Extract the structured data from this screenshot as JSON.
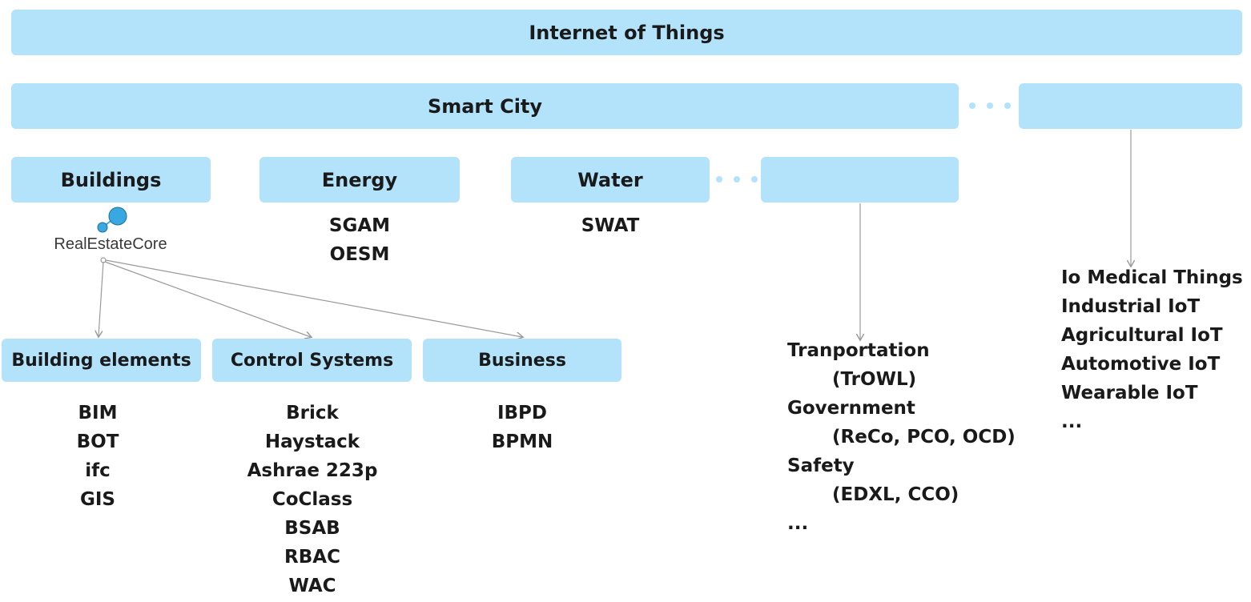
{
  "colors": {
    "box_fill": "#b3e2fb",
    "text": "#1a1a1a",
    "connector": "#9a9a9a",
    "logo_blue": "#3aa8e0"
  },
  "top": {
    "title": "Internet of Things"
  },
  "level2": {
    "smart_city": "Smart City",
    "other_label": ""
  },
  "domains": {
    "buildings": "Buildings",
    "energy": "Energy",
    "water": "Water",
    "other_label": ""
  },
  "logo": {
    "name": "RealEstateCore",
    "icon": "realestatecore-logo-icon"
  },
  "energy_list": [
    "SGAM",
    "OESM"
  ],
  "water_list": [
    "SWAT"
  ],
  "subdomains": {
    "building_elements": "Building elements",
    "control_systems": "Control Systems",
    "business": "Business"
  },
  "building_elements_list": [
    "BIM",
    "BOT",
    "ifc",
    "GIS"
  ],
  "control_systems_list": [
    "Brick",
    "Haystack",
    "Ashrae 223p",
    "CoClass",
    "BSAB",
    "RBAC",
    "WAC"
  ],
  "business_list": [
    "IBPD",
    "BPMN"
  ],
  "other_city_list": [
    {
      "text": "Tranportation",
      "indent": false
    },
    {
      "text": "(TrOWL)",
      "indent": true
    },
    {
      "text": "Government",
      "indent": false
    },
    {
      "text": "(ReCo, PCO, OCD)",
      "indent": true
    },
    {
      "text": "Safety",
      "indent": false
    },
    {
      "text": "(EDXL, CCO)",
      "indent": true
    },
    {
      "text": "...",
      "indent": false
    }
  ],
  "other_iot_list": [
    "Io Medical Things",
    "Industrial IoT",
    "Agricultural IoT",
    "Automotive IoT",
    "Wearable IoT",
    "..."
  ]
}
